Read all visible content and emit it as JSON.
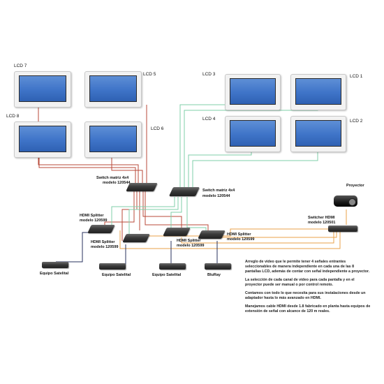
{
  "colors": {
    "red_cable": "#b84a3a",
    "green_cable": "#7fcfa8",
    "orange_cable": "#e8a14a",
    "blue_cable": "#27305e",
    "screen_blue": "#3f74c8"
  },
  "lcds": {
    "lcd7": "LCD 7",
    "lcd5": "LCD 5",
    "lcd3": "LCD 3",
    "lcd1": "LCD 1",
    "lcd8": "LCD 8",
    "lcd6": "LCD 6",
    "lcd4": "LCD 4",
    "lcd2": "LCD 2"
  },
  "devices": {
    "switch_a": {
      "line1": "Switch matriz 4x4",
      "line2": "modelo 120544"
    },
    "switch_b": {
      "line1": "Switch matriz 4x4",
      "line2": "modelo 120544"
    },
    "projector": "Proyector",
    "switcher_hdmi": {
      "line1": "Switcher HDMI",
      "line2": "modelo 120501"
    },
    "splitter_1": {
      "line1": "HDMI Splitter",
      "line2": "modelo 120599"
    },
    "splitter_2": {
      "line1": "HDMI Splitter",
      "line2": "modelo 120599"
    },
    "splitter_3": {
      "line1": "HDMI Splitter",
      "line2": "modelo 120599"
    },
    "splitter_4": {
      "line1": "HDMI Splitter",
      "line2": "modelo 120599"
    }
  },
  "sources": {
    "s1": "Equipo Satelital",
    "s2": "Equipo Satelital",
    "s3": "Equipo Satelital",
    "s4": "BluRay"
  },
  "notes": [
    "Arreglo de video que le permite tener 4 señales entrantes seleccionables de manera independiente en cada una de las 8 pantallas LCD, además de contar con señal independiente a proyector.",
    "La selección de cada canal de video para cada pantalla y en el proyector puede ser manual o por control remoto.",
    "Contamos con todo lo que necesita para sus instalaciones desde un adaptador hasta lo más avanzado en HDMI.",
    "Manejamos cable HDMI desde 1.8 fabricado en planta hasta equipos de extensión de señal con alcance de 120 m reales."
  ]
}
